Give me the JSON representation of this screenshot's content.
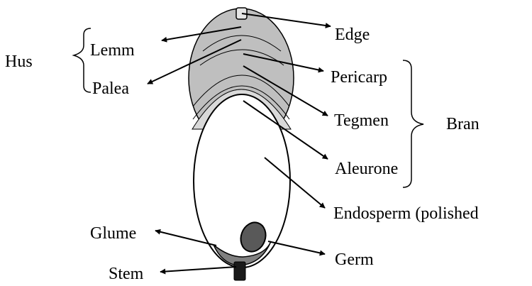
{
  "diagram": {
    "labels": {
      "hus": "Hus",
      "lemm": "Lemm",
      "palea": "Palea",
      "edge": "Edge",
      "pericarp": "Pericarp",
      "tegmen": "Tegmen",
      "bran": "Bran",
      "aleurone": "Aleurone",
      "endosperm": "Endosperm (polished",
      "glume": "Glume",
      "germ": "Germ",
      "stem": "Stem"
    },
    "colors": {
      "outline": "#000000",
      "husk_fill": "#bfbfbf",
      "bran_fill": "#d9d9d9",
      "endosperm_fill": "#ffffff",
      "germ_fill": "#595959",
      "glume_fill": "#808080",
      "stem_fill": "#1a1a1a"
    }
  }
}
